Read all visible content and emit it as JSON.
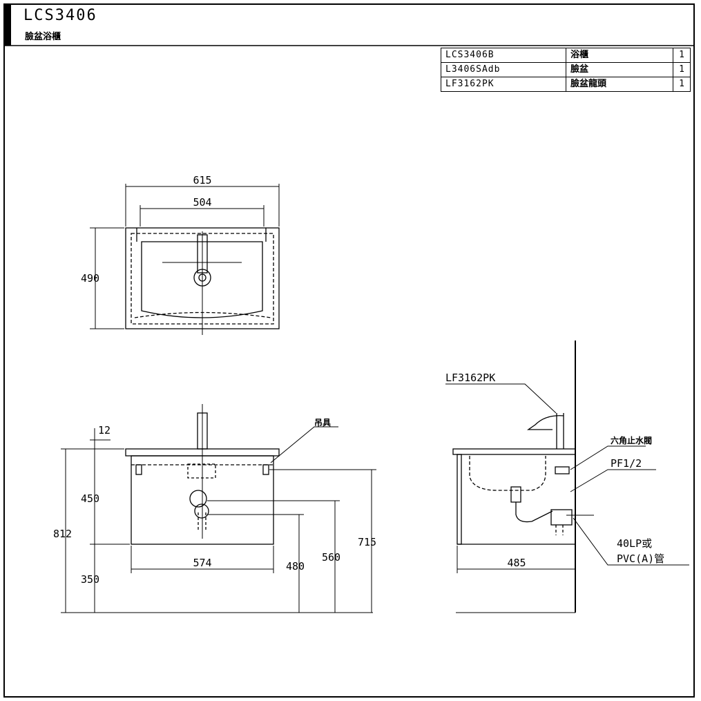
{
  "title": {
    "model": "LCS3406",
    "subtitle": "臉盆浴櫃"
  },
  "parts": [
    {
      "code": "LCS3406B",
      "name": "浴櫃",
      "qty": "1"
    },
    {
      "code": "L3406SAdb",
      "name": "臉盆",
      "qty": "1"
    },
    {
      "code": "LF3162PK",
      "name": "臉盆龍頭",
      "qty": "1"
    }
  ],
  "top_view": {
    "width_outer": "615",
    "width_inner": "504",
    "depth": "490"
  },
  "front_view": {
    "top_thickness": "12",
    "hanger_label": "吊具",
    "total_height": "812",
    "upper_height": "450",
    "lower_height": "350",
    "cabinet_width": "574",
    "dim_480": "480",
    "dim_560": "560",
    "dim_715": "715"
  },
  "side_view": {
    "faucet_label": "LF3162PK",
    "valve_label": "六角止水閥",
    "pf_label": "PF1/2",
    "drain_label_1": "40LP或",
    "drain_label_2": "PVC(A)管",
    "depth": "485"
  }
}
